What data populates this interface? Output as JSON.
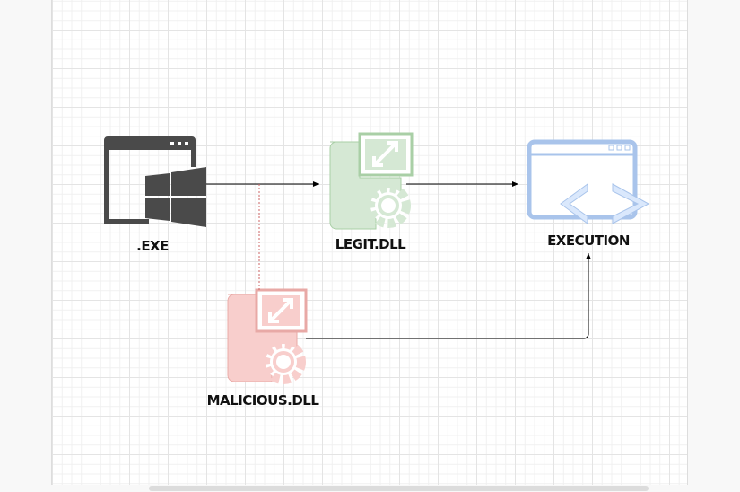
{
  "nodes": {
    "exe": {
      "label": ".EXE",
      "icon": "windows-app-icon",
      "color": "#4a4a4a"
    },
    "legit": {
      "label": "LEGIT.DLL",
      "icon": "dll-gear-icon",
      "color": "#d5e8d4"
    },
    "exec": {
      "label": "EXECUTION",
      "icon": "code-window-icon",
      "color": "#dae8fc"
    },
    "malicious": {
      "label": "MALICIOUS.DLL",
      "icon": "dll-gear-icon",
      "color": "#f8cecc"
    }
  }
}
